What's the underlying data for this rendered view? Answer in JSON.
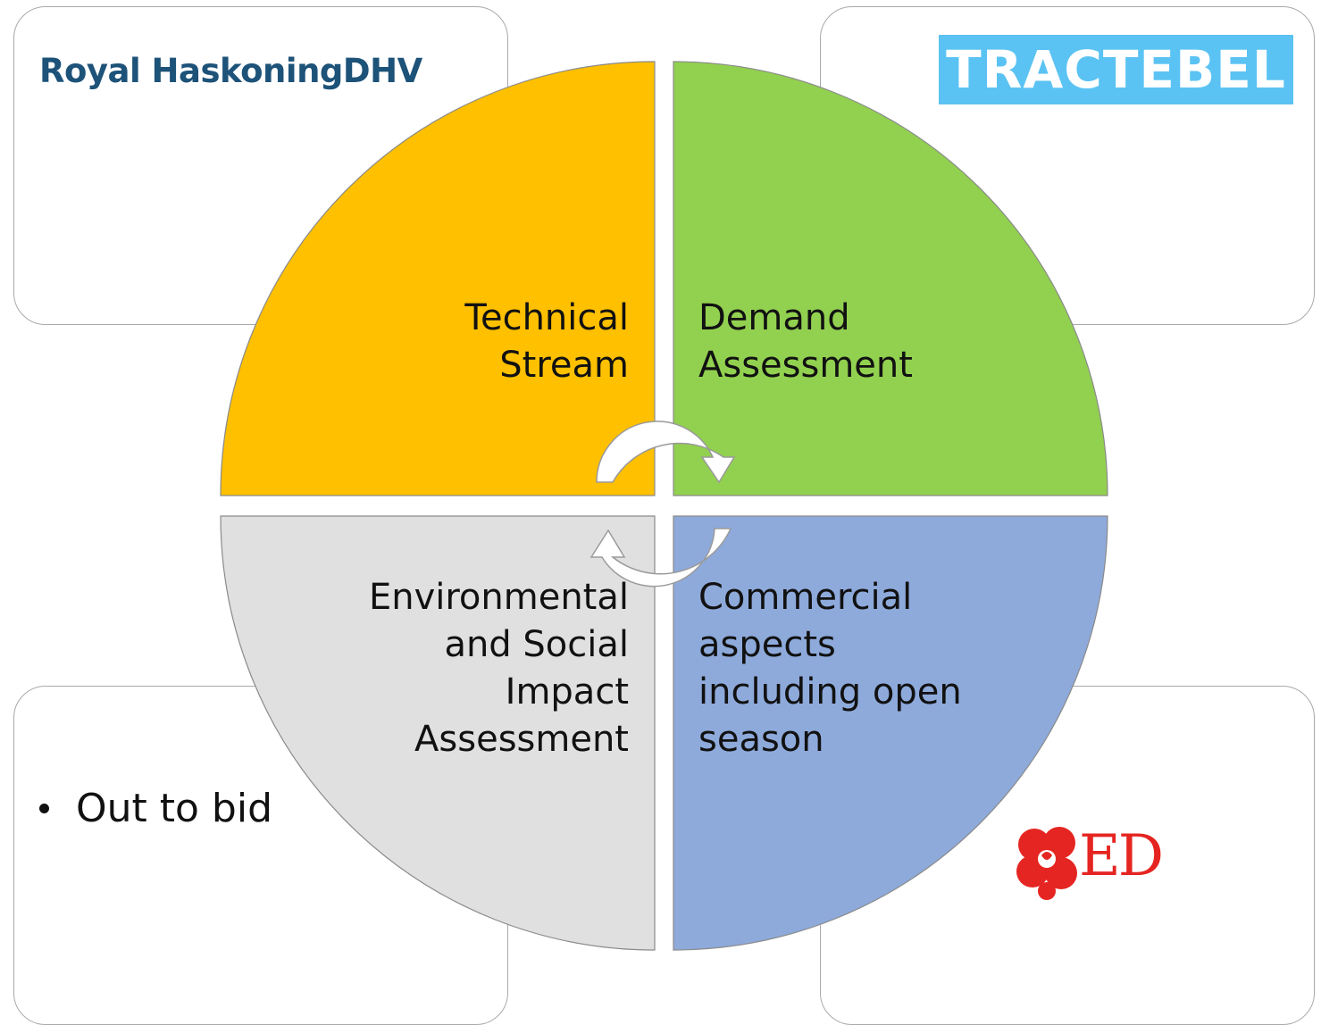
{
  "logos": {
    "top_left": "Royal HaskoningDHV",
    "top_right": "TRACTEBEL",
    "bottom_right": "QED"
  },
  "quadrants": {
    "top_left": {
      "lines": [
        "Technical",
        "Stream"
      ],
      "color": "#ffc000"
    },
    "top_right": {
      "lines": [
        "Demand",
        "Assessment"
      ],
      "color": "#92d050"
    },
    "bottom_left": {
      "lines": [
        "Environmental",
        "and Social",
        "Impact",
        "Assessment"
      ],
      "color": "#e0e0e0"
    },
    "bottom_right": {
      "lines": [
        "Commercial",
        "aspects",
        "including open",
        "season"
      ],
      "color": "#8eaadb"
    }
  },
  "bottom_left_box": {
    "bullet": "Out to bid"
  }
}
